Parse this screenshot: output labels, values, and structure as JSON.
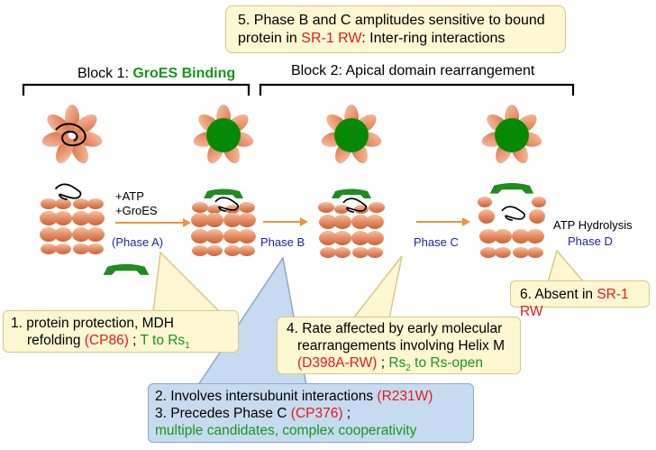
{
  "top_note": {
    "line1": "5. Phase B and C amplitudes sensitive to bound",
    "line2_a": "protein in ",
    "line2_b": "SR-1 RW",
    "line2_c": ": Inter-ring interactions"
  },
  "block1": {
    "prefix": "Block 1: ",
    "highlight": "GroES Binding"
  },
  "block2": {
    "label": "Block 2: Apical domain rearrangement"
  },
  "reagents": {
    "line1": "+ATP",
    "line2": "+GroES"
  },
  "phases": {
    "a": "(Phase A)",
    "b": "Phase B",
    "c": "Phase C",
    "d_label": "ATP Hydrolysis",
    "d": "Phase D"
  },
  "note1": {
    "line1": "1.  protein protection,  MDH",
    "line2_a": "refolding  ",
    "line2_b": "(CP86)",
    "line2_c": " ; ",
    "line2_d": "T to Rs",
    "line2_sub": "1"
  },
  "note4": {
    "line1": "4. Rate affected by early molecular",
    "line2": "rearrangements involving Helix M",
    "line3_a": "(D398A-RW)",
    "line3_b": " ; ",
    "line3_c": "Rs",
    "line3_sub": "2",
    "line3_d": " to Rs-open"
  },
  "note6": {
    "prefix": "6. Absent in ",
    "highlight": "SR-1 RW"
  },
  "note23": {
    "line1_a": "2. Involves intersubunit interactions ",
    "line1_b": "(R231W)",
    "line2_a": "3. Precedes Phase C ",
    "line2_b": "(CP376)",
    "line2_c": " ;",
    "line3": "multiple candidates, complex cooperativity"
  },
  "colors": {
    "subunit": "#ea9870",
    "groes": "#1e8c1e",
    "arrow": "#f0943a",
    "phase_text": "#2222aa",
    "highlight_red": "#e81a1a",
    "highlight_green": "#19951c"
  }
}
